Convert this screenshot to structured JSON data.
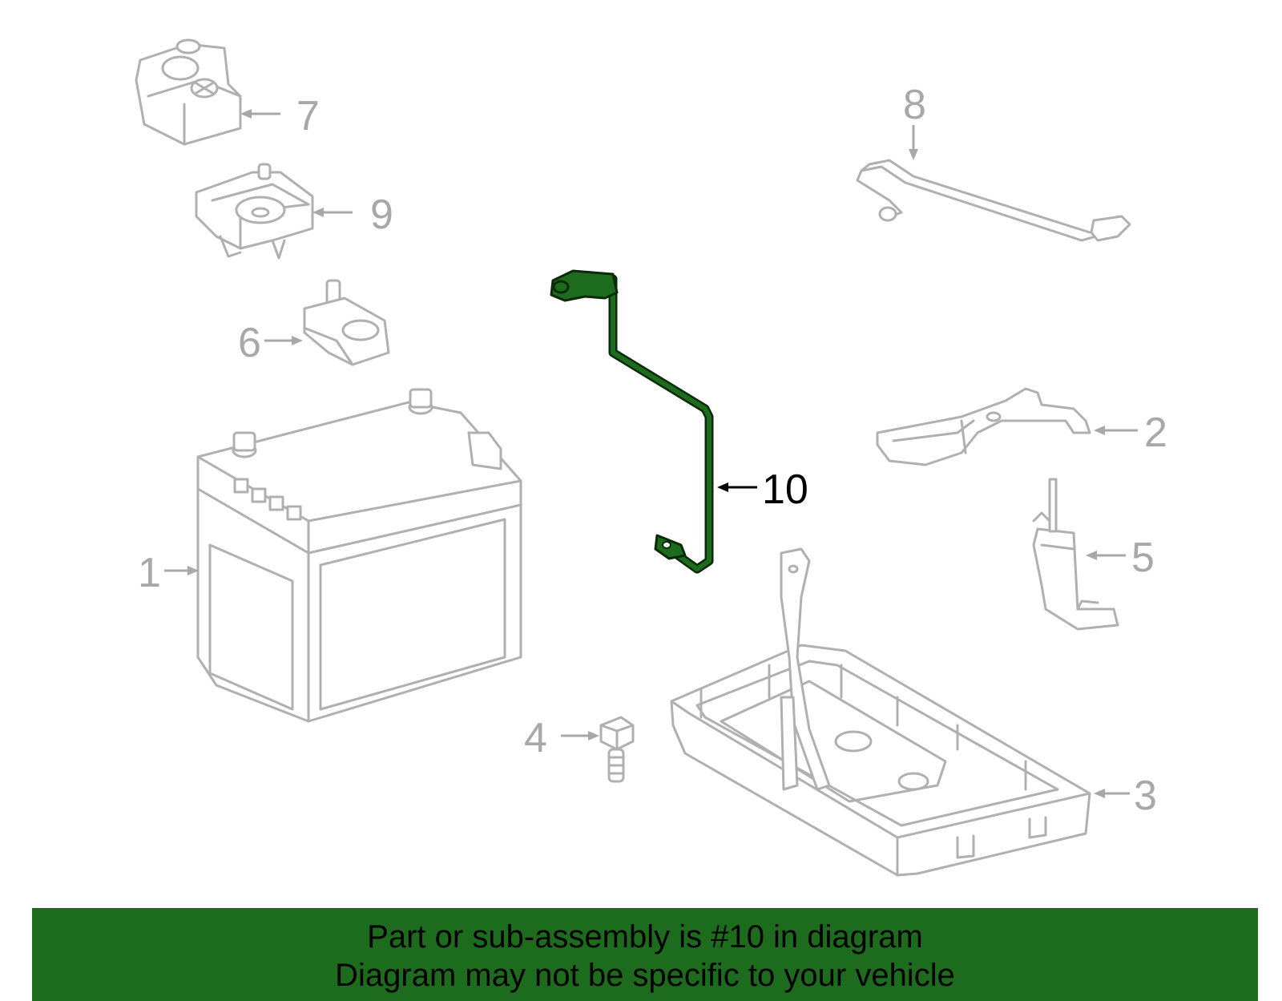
{
  "colors": {
    "part_outline": "#b0b0b0",
    "highlight": "#1d6b1d",
    "highlight_outline": "#0a2a0a",
    "banner_bg": "#1d6b1d",
    "label": "#a8a8a8",
    "label_highlight": "#000000"
  },
  "callouts": {
    "c1": "1",
    "c2": "2",
    "c3": "3",
    "c4": "4",
    "c5": "5",
    "c6": "6",
    "c7": "7",
    "c8": "8",
    "c9": "9",
    "c10": "10"
  },
  "highlighted_part": "10",
  "banner": {
    "line1": "Part or sub-assembly is #10 in diagram",
    "line2": "Diagram may not be specific to your vehicle"
  }
}
